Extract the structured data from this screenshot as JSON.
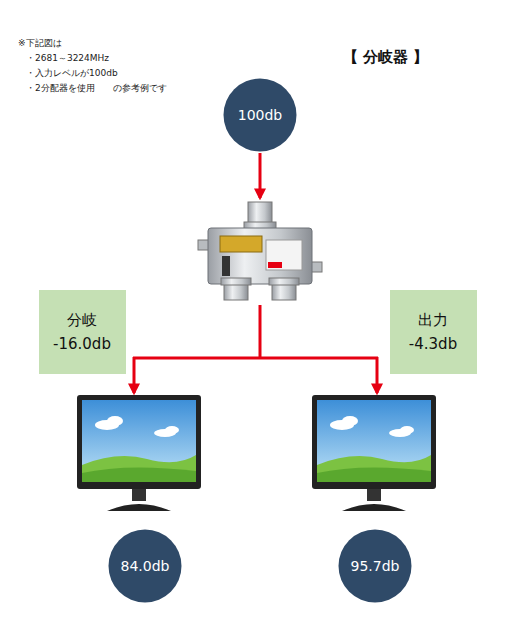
{
  "diagram": {
    "title": "【 分岐器 】",
    "nodes": [
      {
        "text": [
          "100db"
        ]
      },
      {
        "text": [
          "分岐",
          "-16.0db"
        ]
      },
      {
        "text": [
          "出力",
          "-4.3db"
        ]
      },
      {
        "text": [
          "84.0db"
        ]
      },
      {
        "text": [
          "95.7db"
        ]
      }
    ],
    "labels": [
      "※下記図は",
      "・2681～3224MHz",
      "・入力レベルが100db",
      "・2分配器を使用　　の参考例です"
    ]
  }
}
